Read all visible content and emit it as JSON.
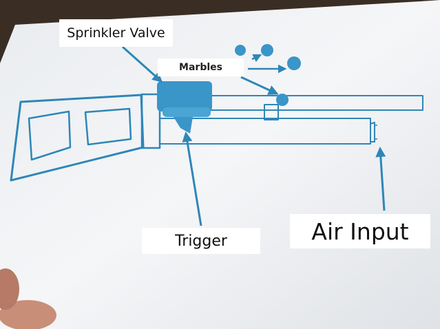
{
  "diagram": {
    "labels": {
      "sprinkler_valve": "Sprinkler Valve",
      "marbles": "Marbles",
      "trigger": "Trigger",
      "air_input": "Air Input"
    },
    "colors": {
      "paper": "#f3f4f6",
      "background": "#3a2e24",
      "drawing": "#2e86b8",
      "valve_fill": "#3a95c8",
      "label_bg": "#ffffff",
      "label_text": "#111111"
    }
  }
}
